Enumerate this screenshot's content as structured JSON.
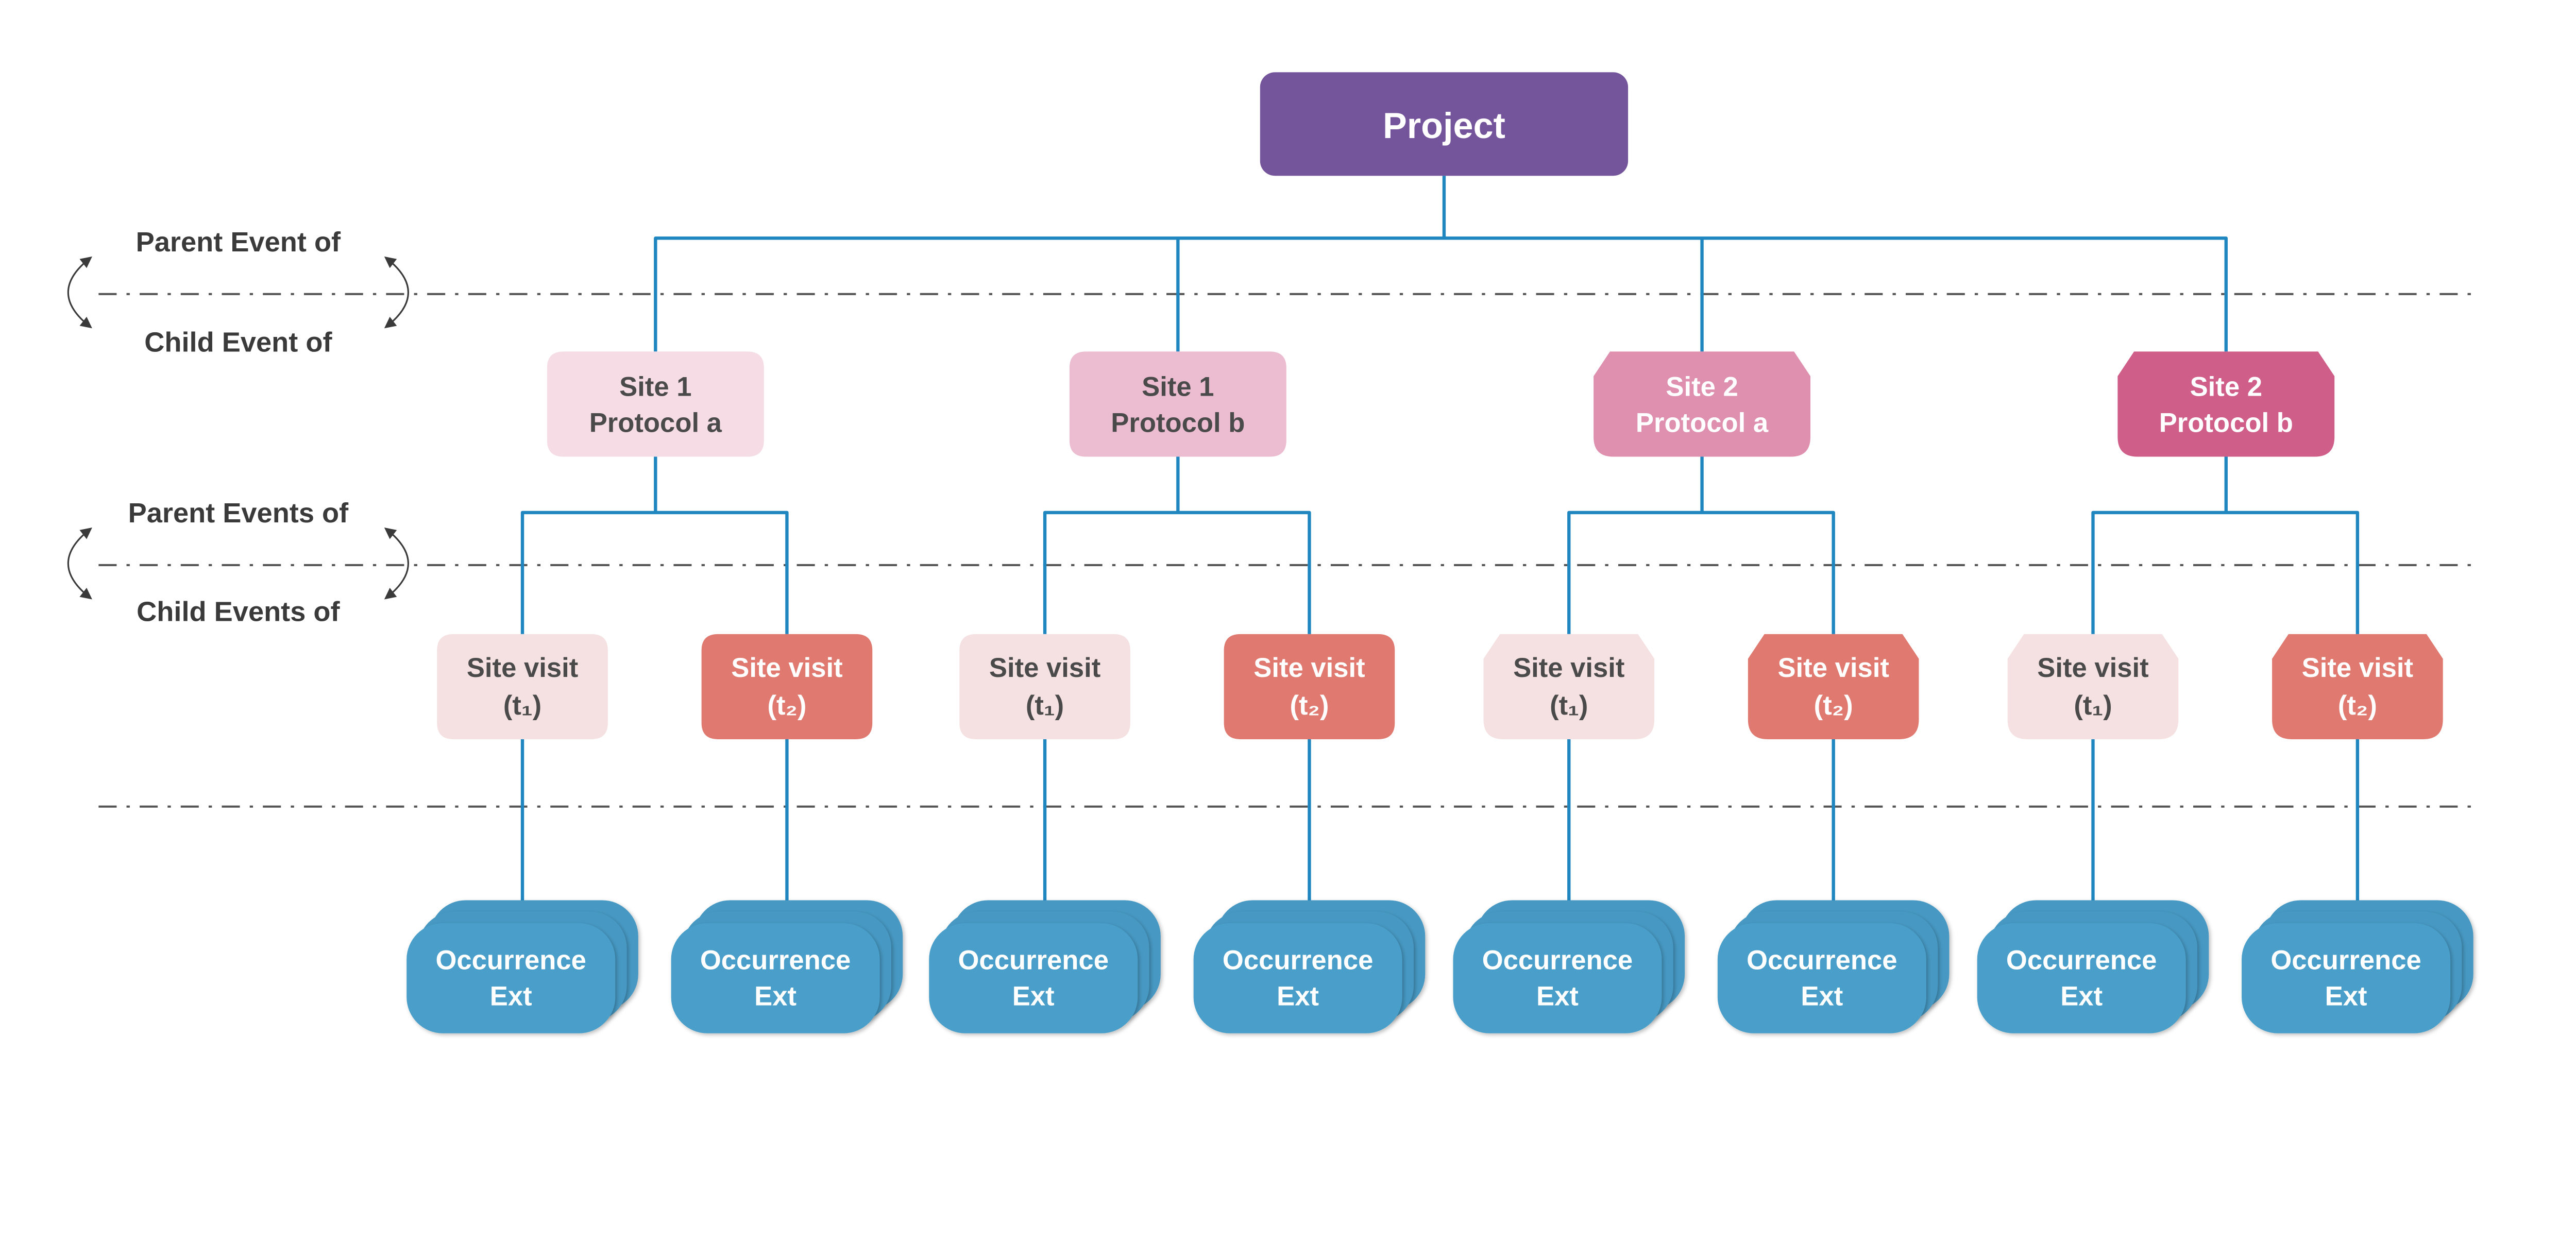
{
  "colors": {
    "project": "#74559b",
    "connector": "#1f86c0",
    "divider": "#555555",
    "site_1_protocol_a": "#f5dce5",
    "site_1_protocol_b": "#ecbdd0",
    "site_2_protocol_a": "#de90ae",
    "site_2_protocol_b": "#cf5f89",
    "visit_t1": "#f5e1e1",
    "visit_t2": "#e07a70",
    "occurrence": "#4a9fc9",
    "dark_text": "#4a4a4a",
    "light_text": "#ffffff"
  },
  "project": {
    "label": "Project"
  },
  "levels": [
    {
      "parent": "Parent Event of",
      "child": "Child Event of"
    },
    {
      "parent": "Parent Events of",
      "child": "Child Events of"
    }
  ],
  "sites": [
    {
      "line1": "Site 1",
      "line2": "Protocol a",
      "shape": "rounded",
      "color_key": "site_1_protocol_a",
      "text": "dark",
      "visits": [
        {
          "line1": "Site visit",
          "line2": "(t₁)",
          "type": "t1"
        },
        {
          "line1": "Site visit",
          "line2": "(t₂)",
          "type": "t2"
        }
      ]
    },
    {
      "line1": "Site 1",
      "line2": "Protocol b",
      "shape": "rounded",
      "color_key": "site_1_protocol_b",
      "text": "dark",
      "visits": [
        {
          "line1": "Site visit",
          "line2": "(t₁)",
          "type": "t1"
        },
        {
          "line1": "Site visit",
          "line2": "(t₂)",
          "type": "t2"
        }
      ]
    },
    {
      "line1": "Site 2",
      "line2": "Protocol a",
      "shape": "chamfered",
      "color_key": "site_2_protocol_a",
      "text": "light",
      "visits": [
        {
          "line1": "Site visit",
          "line2": "(t₁)",
          "type": "t1"
        },
        {
          "line1": "Site visit",
          "line2": "(t₂)",
          "type": "t2"
        }
      ]
    },
    {
      "line1": "Site 2",
      "line2": "Protocol b",
      "shape": "chamfered",
      "color_key": "site_2_protocol_b",
      "text": "light",
      "visits": [
        {
          "line1": "Site visit",
          "line2": "(t₁)",
          "type": "t1"
        },
        {
          "line1": "Site visit",
          "line2": "(t₂)",
          "type": "t2"
        }
      ]
    }
  ],
  "occurrence": {
    "line1": "Occurrence",
    "line2": "Ext"
  }
}
